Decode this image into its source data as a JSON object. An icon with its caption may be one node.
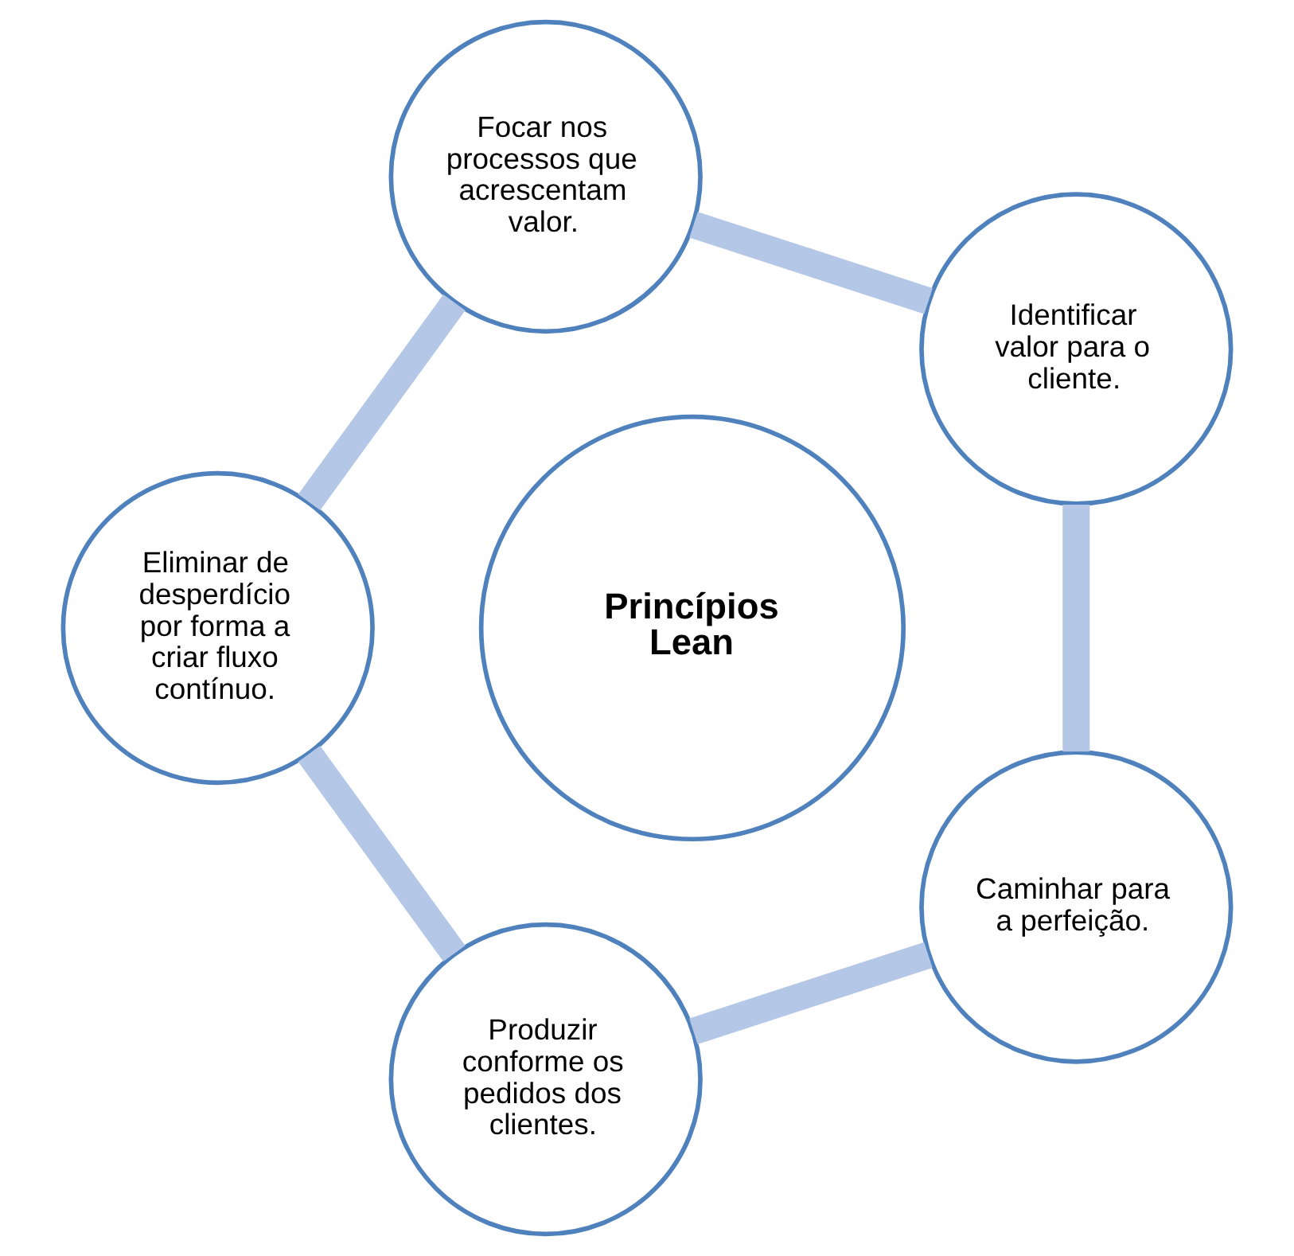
{
  "diagram": {
    "nodes": [
      {
        "text": [
          "Princípios Lean"
        ]
      },
      {
        "text": [
          "Identificar valor para o cliente."
        ]
      },
      {
        "text": [
          "Focar nos processos que acrescentam valor."
        ]
      },
      {
        "text": [
          "Eliminar de desperdício por forma a criar fluxo contínuo."
        ]
      },
      {
        "text": [
          "Produzir conforme os pedidos dos clientes."
        ]
      },
      {
        "text": [
          "Caminhar para a perfeição."
        ]
      }
    ],
    "edges": [
      {
        "from": 1,
        "to": 2,
        "arrow": "none"
      },
      {
        "from": 2,
        "to": 3,
        "arrow": "none"
      },
      {
        "from": 3,
        "to": 4,
        "arrow": "none"
      },
      {
        "from": 4,
        "to": 5,
        "arrow": "none"
      },
      {
        "from": 5,
        "to": 1,
        "arrow": "none"
      }
    ]
  }
}
